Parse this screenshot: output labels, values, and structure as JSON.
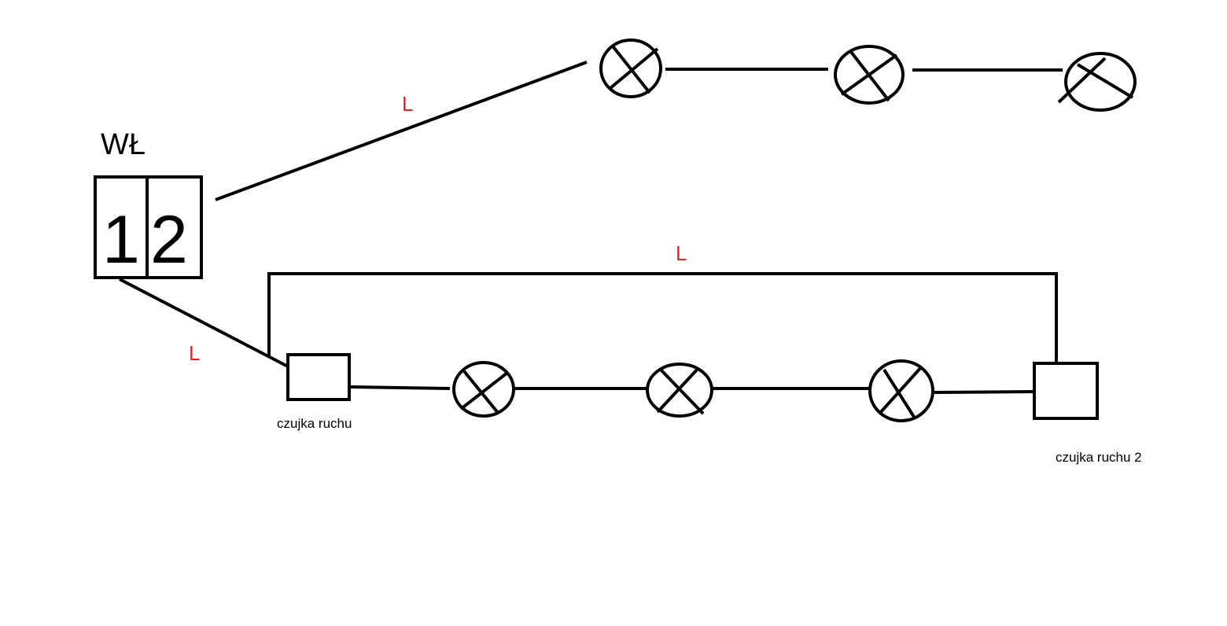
{
  "diagram": {
    "switch_label": "WŁ",
    "switch_key_1": "1",
    "switch_key_2": "2",
    "line_label_top": "L",
    "line_label_bottom_right": "L",
    "line_label_bottom_left": "L",
    "sensor_1_label": "czujka ruchu",
    "sensor_2_label": "czujka ruchu 2"
  },
  "colors": {
    "line_label": "#e0242a",
    "stroke": "#000000",
    "background": "#ffffff"
  },
  "icons": {
    "lamp": "lamp-cross-icon",
    "sensor": "motion-sensor-box"
  }
}
